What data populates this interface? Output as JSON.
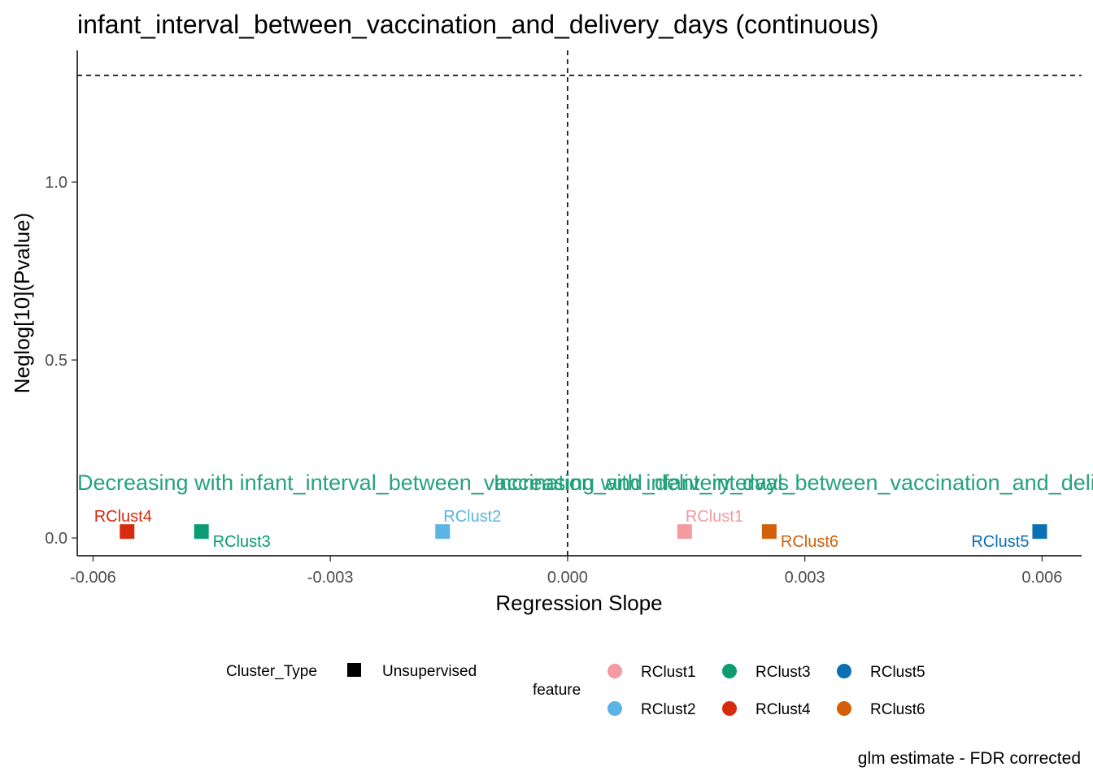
{
  "chart_data": {
    "type": "scatter",
    "title": "infant_interval_between_vaccination_and_delivery_days (continuous)",
    "xlabel": "Regression Slope",
    "ylabel": "Neglog[10](Pvalue)",
    "caption": "glm estimate - FDR corrected",
    "xlim": [
      -0.0062,
      0.0065
    ],
    "ylim": [
      -0.05,
      1.37
    ],
    "x_ticks": [
      -0.006,
      -0.003,
      0.0,
      0.003,
      0.006
    ],
    "x_tick_labels": [
      "-0.006",
      "-0.003",
      "0.000",
      "0.003",
      "0.006"
    ],
    "y_ticks": [
      0.0,
      0.5,
      1.0
    ],
    "y_tick_labels": [
      "0.0",
      "0.5",
      "1.0"
    ],
    "grid": false,
    "reference_lines": {
      "vertical_x": 0.0,
      "horizontal_y": 1.3,
      "style": "dashed"
    },
    "points": [
      {
        "label": "RClust4",
        "x": -0.00557,
        "y": 0.018,
        "color": "#d62b0d",
        "label_pos": "above"
      },
      {
        "label": "RClust3",
        "x": -0.00463,
        "y": 0.018,
        "color": "#0b9c73",
        "label_pos": "below-right"
      },
      {
        "label": "RClust2",
        "x": -0.00158,
        "y": 0.018,
        "color": "#5ab4e5",
        "label_pos": "above-right"
      },
      {
        "label": "RClust1",
        "x": 0.00148,
        "y": 0.018,
        "color": "#f49aa1",
        "label_pos": "above-right"
      },
      {
        "label": "RClust6",
        "x": 0.00255,
        "y": 0.018,
        "color": "#d35f0a",
        "label_pos": "below-right"
      },
      {
        "label": "RClust5",
        "x": 0.00597,
        "y": 0.018,
        "color": "#0a70b4",
        "label_pos": "below-left"
      }
    ],
    "annotations": [
      {
        "text": "Decreasing with infant_interval_between_vaccination_and_delivery_days",
        "x": -0.0062,
        "y": 0.135,
        "anchor": "start"
      },
      {
        "text": "Increasing with infant_interval_between_vaccination_and_delivery_days",
        "x": 0.0035,
        "y": 0.135,
        "anchor": "middle"
      }
    ],
    "legend": {
      "position": "bottom",
      "cluster_type": {
        "title": "Cluster_Type",
        "items": [
          "Unsupervised"
        ],
        "color": "#000000"
      },
      "feature": {
        "title": "feature",
        "items": [
          {
            "label": "RClust1",
            "color": "#f49aa1"
          },
          {
            "label": "RClust2",
            "color": "#5ab4e5"
          },
          {
            "label": "RClust3",
            "color": "#0b9c73"
          },
          {
            "label": "RClust4",
            "color": "#d62b0d"
          },
          {
            "label": "RClust5",
            "color": "#0a70b4"
          },
          {
            "label": "RClust6",
            "color": "#d35f0a"
          }
        ]
      }
    }
  }
}
